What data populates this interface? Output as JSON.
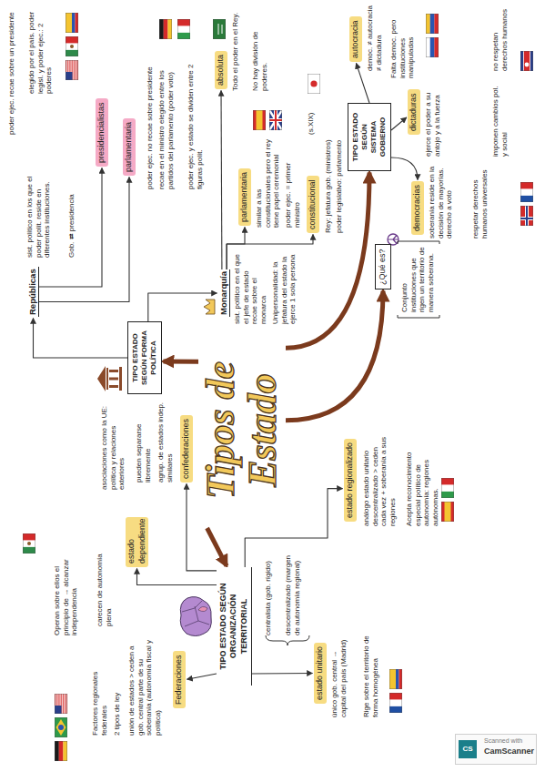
{
  "diagram": {
    "nodes": [
      {
        "text": [
          "Tipos de Estado"
        ]
      },
      {
        "text": [
          "TIPO ESTADO SEGÚN FORMA POLÍTICA"
        ]
      },
      {
        "text": [
          "Repúblicas"
        ]
      },
      {
        "text": [
          "presidencialistas"
        ]
      },
      {
        "text": [
          "parlamentaria"
        ]
      },
      {
        "text": [
          "Monarquía"
        ]
      },
      {
        "text": [
          "absoluta"
        ]
      },
      {
        "text": [
          "parlamentaria"
        ]
      },
      {
        "text": [
          "constitucional"
        ]
      },
      {
        "text": [
          "TIPO ESTADO SEGÚN SISTEMA GOBIERNO"
        ]
      },
      {
        "text": [
          "autocracia"
        ]
      },
      {
        "text": [
          "dictaduras"
        ]
      },
      {
        "text": [
          "democracias"
        ]
      },
      {
        "text": [
          "¿Qué es?"
        ]
      },
      {
        "text": [
          "TIPO ESTADO SEGÚN ORGANIZACIÓN TERRITORIAL"
        ]
      },
      {
        "text": [
          "estado unitario"
        ]
      },
      {
        "text": [
          "estado regionalizado"
        ]
      },
      {
        "text": [
          "Federaciones"
        ]
      },
      {
        "text": [
          "estado dependiente"
        ]
      },
      {
        "text": [
          "confederaciones"
        ]
      }
    ],
    "edges": [
      {
        "from": 0,
        "to": 1,
        "arrow": "to"
      },
      {
        "from": 0,
        "to": 14,
        "arrow": "to"
      },
      {
        "from": 0,
        "to": 13,
        "arrow": "to"
      },
      {
        "from": 0,
        "to": 9,
        "arrow": "to"
      },
      {
        "from": 1,
        "to": 2,
        "arrow": "to"
      },
      {
        "from": 1,
        "to": 5,
        "arrow": "to"
      },
      {
        "from": 2,
        "to": 3,
        "arrow": "to"
      },
      {
        "from": 2,
        "to": 4,
        "arrow": "to"
      },
      {
        "from": 5,
        "to": 6,
        "arrow": "to"
      },
      {
        "from": 5,
        "to": 7,
        "arrow": "to"
      },
      {
        "from": 5,
        "to": 8,
        "arrow": "to"
      },
      {
        "from": 9,
        "to": 10,
        "arrow": "to"
      },
      {
        "from": 9,
        "to": 11,
        "arrow": "to"
      },
      {
        "from": 9,
        "to": 12,
        "arrow": "to"
      },
      {
        "from": 14,
        "to": 15,
        "arrow": "to"
      },
      {
        "from": 14,
        "to": 16,
        "arrow": "to"
      },
      {
        "from": 14,
        "to": 17,
        "arrow": "to"
      },
      {
        "from": 14,
        "to": 18,
        "arrow": "to"
      },
      {
        "from": 14,
        "to": 19,
        "arrow": "to"
      }
    ],
    "labels": [
      "poder ejec. recae sobre un presidente",
      "elegido por el país. poder legisl. y poder ejec.: 2 poderes",
      "sist. político en los que el poder polít. reside en diferentes instituciones.",
      "Gob. ⇄ presidencia",
      "poder ejec. no recae sobre presidente",
      "recae en el ministro elegido entre los partidos del parlamento (poder voto)",
      "poder ejec. y estado se dividen entre 2 figuras polít.",
      "sist. político en el que el jefe de estado recae sobre el monarca",
      "Unipersonalidad: la jefatura del estado la ejerce 1 sola persona",
      "Todo el poder en el Rey.",
      "No hay división de poderes.",
      "similar a las constitucionales pero el rey tiene papel ceremonial",
      "poder ejec. = primer ministro",
      "Rey: jefatura gob. (ministros)",
      "poder legislativo: parlamento",
      "(s.XIX)",
      "democ. ≠ autocracia ≠ dictadura",
      "Falta democ. pero instituciones manipuladas",
      "ejerce el poder a su antojo y a la fuerza",
      "no respetan derechos humanos",
      "imponen cambios pol. y social",
      "soberanía reside en la decisión de mayorías. derecho a voto",
      "respetar derechos humanos universales",
      "Conjunto instituciones que rigen un territorio de manera soberana.",
      "único gob. central → capital del país (Madrid)",
      "Rige sobre el territorio de forma homogénea",
      "centralista (gob. rígido)",
      "descentralizado (margen de autonomía regional)",
      "análogo estado unitario descentralizado > ceden cada vez + soberanía a sus regiones",
      "Acepta reconocimiento especial político de autonomía: regiones autónomas.",
      "unión de estados > ceden a gob. central parte de su soberanía (autonomía fiscal y política)",
      "2 tipos de ley",
      "Factores regionales federales",
      "carecen de autonomía plena",
      "Operan sobre ellos el principio de → alcanzar independencia",
      "agrup. de estados indep. similares",
      "pueden separarse libremente",
      "asociaciones como la UE: política y relaciones exteriores",
      "Scanned with",
      "CamScanner",
      "CS"
    ]
  }
}
